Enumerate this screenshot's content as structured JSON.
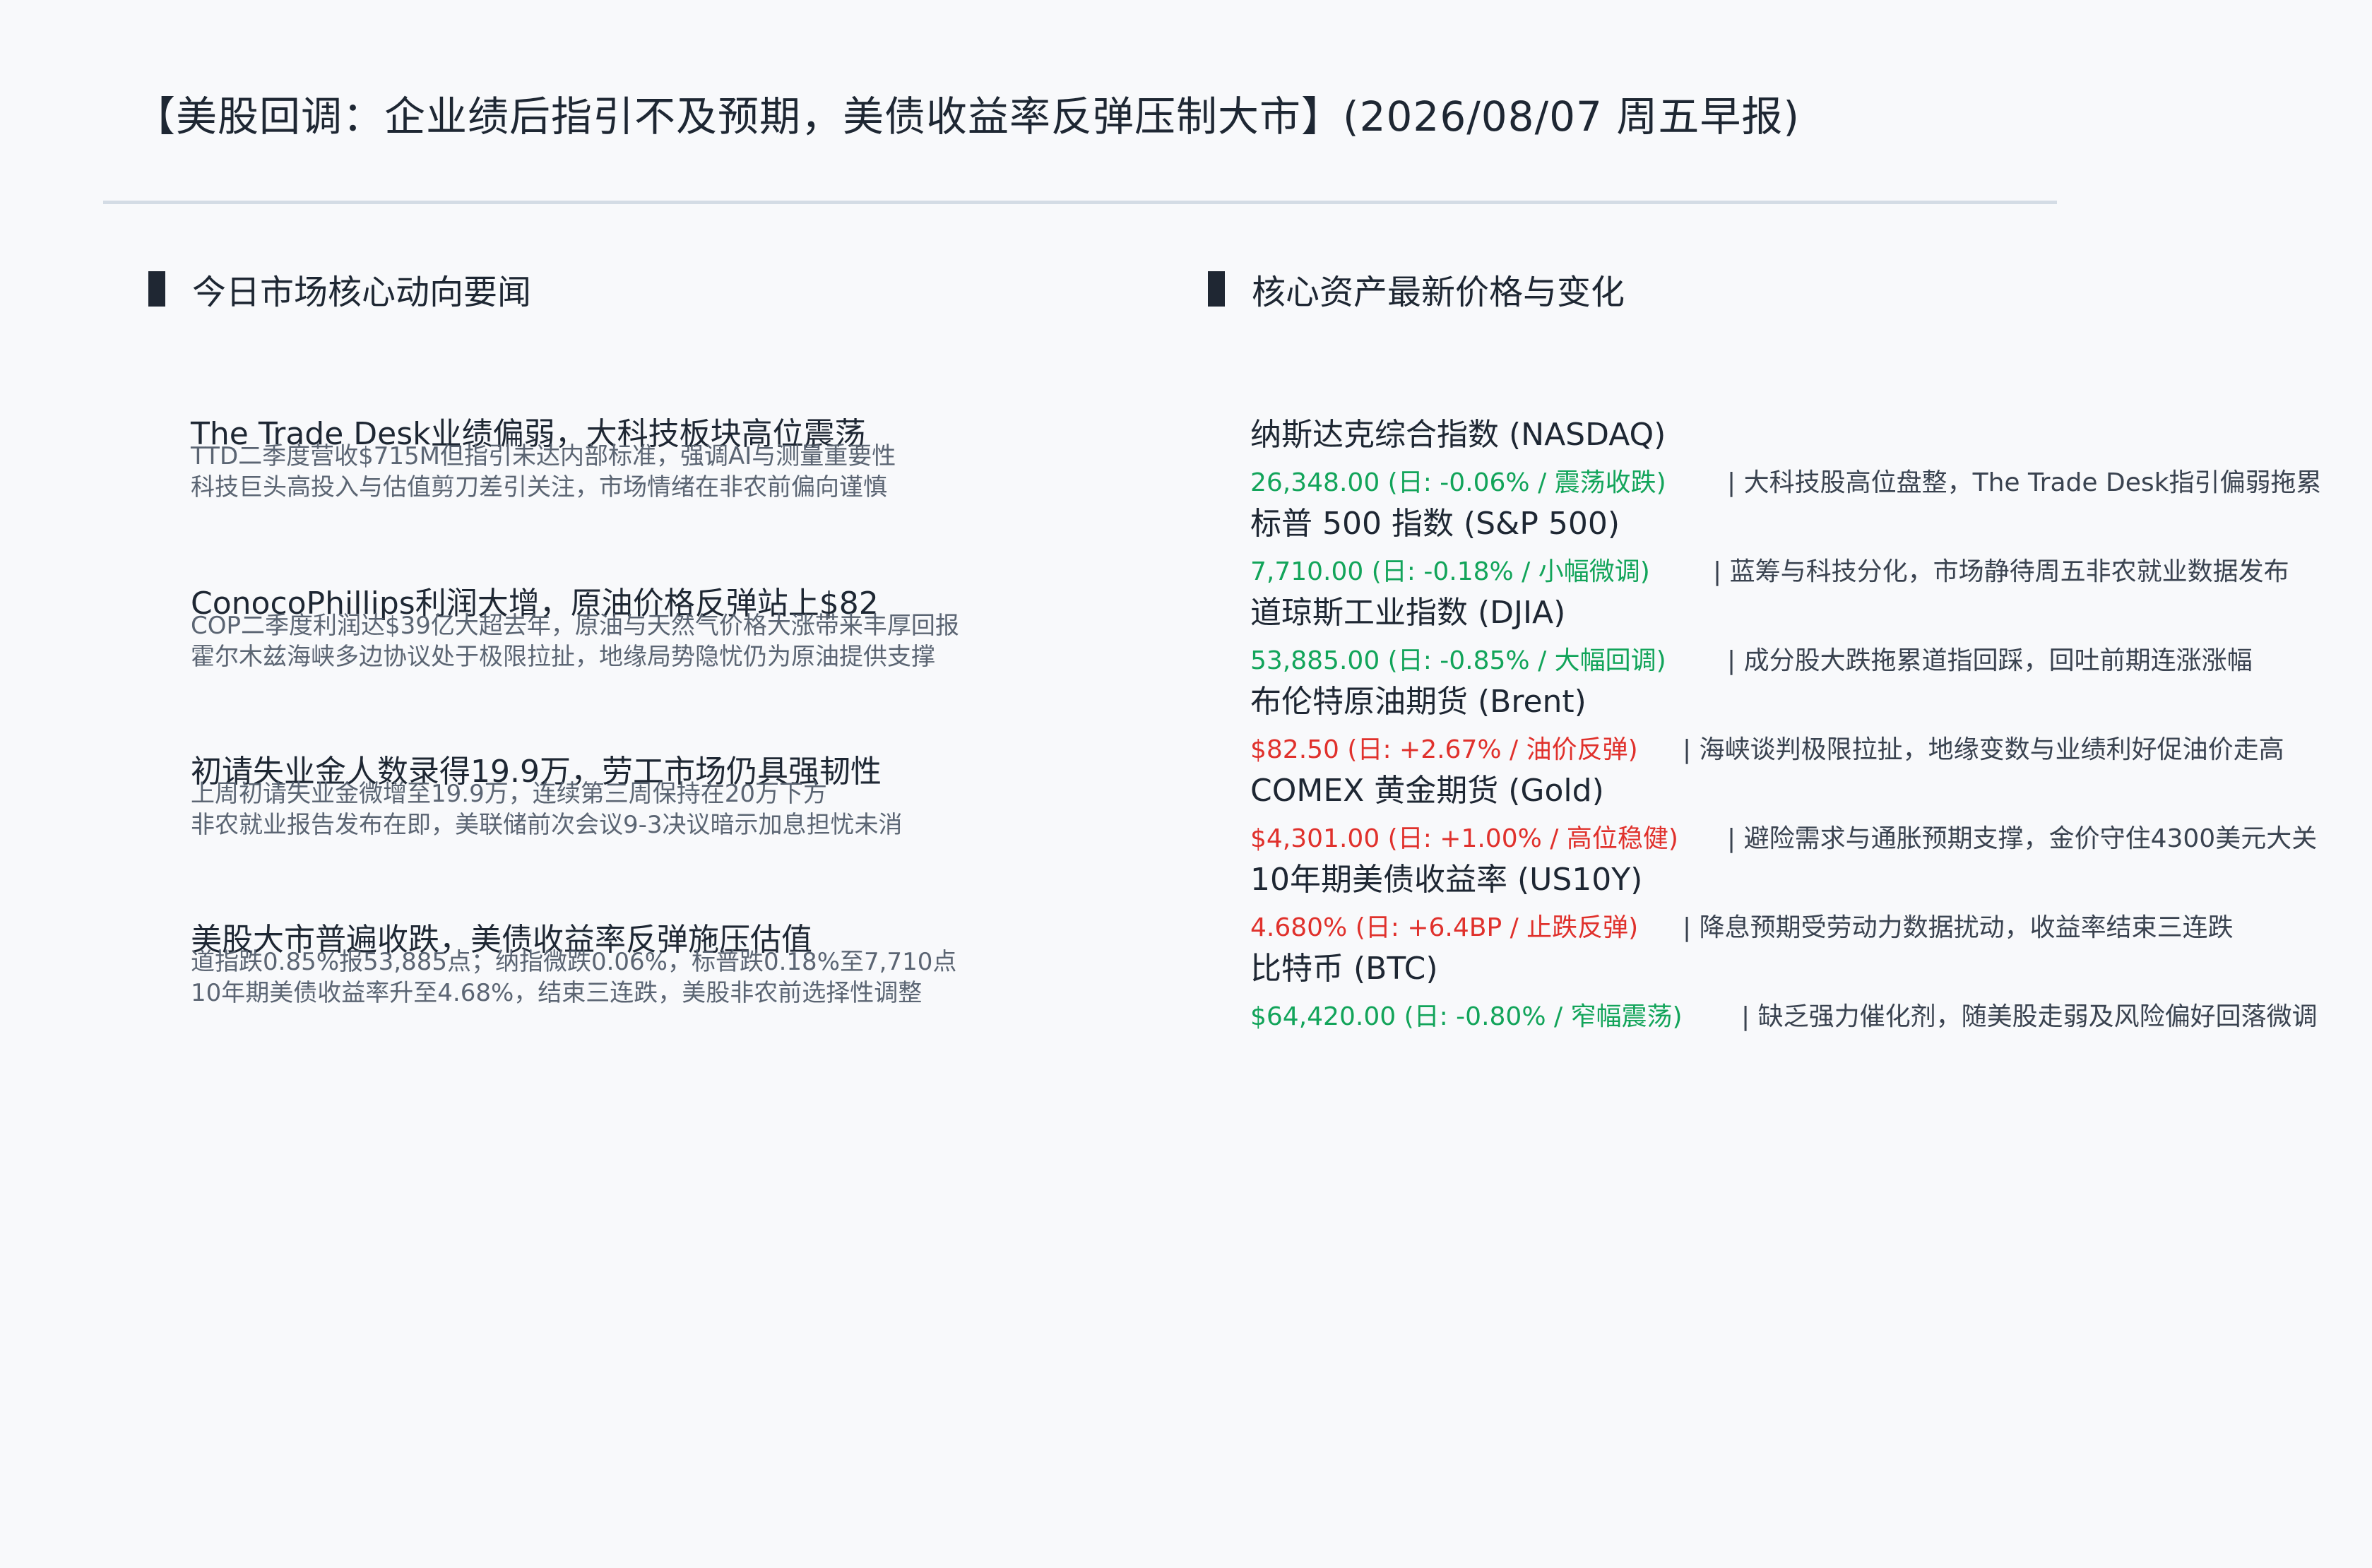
{
  "page": {
    "title": "【美股回调：企业绩后指引不及预期，美债收益率反弹压制大市】(2026/08/07 周五早报)"
  },
  "sections": {
    "news_header": "今日市场核心动向要闻",
    "assets_header": "核心资产最新价格与变化"
  },
  "news": [
    {
      "title": "The Trade Desk业绩偏弱，大科技板块高位震荡",
      "lines": [
        "TTD二季度营收$715M但指引未达内部标准，强调AI与测量重要性",
        "科技巨头高投入与估值剪刀差引关注，市场情绪在非农前偏向谨慎"
      ]
    },
    {
      "title": "ConocoPhillips利润大增，原油价格反弹站上$82",
      "lines": [
        "COP二季度利润达$39亿大超去年，原油与天然气价格大涨带来丰厚回报",
        "霍尔木兹海峡多边协议处于极限拉扯，地缘局势隐忧仍为原油提供支撑"
      ]
    },
    {
      "title": "初请失业金人数录得19.9万，劳工市场仍具强韧性",
      "lines": [
        "上周初请失业金微增至19.9万，连续第三周保持在20万下方",
        "非农就业报告发布在即，美联储前次会议9-3决议暗示加息担忧未消"
      ]
    },
    {
      "title": "美股大市普遍收跌，美债收益率反弹施压估值",
      "lines": [
        "道指跌0.85%报53,885点；纳指微跌0.06%，标普跌0.18%至7,710点",
        "10年期美债收益率升至4.68%，结束三连跌，美股非农前选择性调整"
      ]
    }
  ],
  "assets": [
    {
      "name": "纳斯达克综合指数 (NASDAQ)",
      "price": "26,348.00 (日: -0.06% / 震荡收跌)",
      "direction": "down",
      "note": "|  大科技股高位盘整，The Trade Desk指引偏弱拖累"
    },
    {
      "name": "标普 500 指数 (S&P 500)",
      "price": "7,710.00 (日: -0.18% / 小幅微调)",
      "direction": "down",
      "note": "|  蓝筹与科技分化，市场静待周五非农就业数据发布"
    },
    {
      "name": "道琼斯工业指数 (DJIA)",
      "price": "53,885.00 (日: -0.85% / 大幅回调)",
      "direction": "down",
      "note": "|  成分股大跌拖累道指回踩，回吐前期连涨涨幅"
    },
    {
      "name": "布伦特原油期货 (Brent)",
      "price": "$82.50 (日: +2.67% / 油价反弹)",
      "direction": "up",
      "note": "|  海峡谈判极限拉扯，地缘变数与业绩利好促油价走高"
    },
    {
      "name": "COMEX 黄金期货 (Gold)",
      "price": "$4,301.00 (日: +1.00% / 高位稳健)",
      "direction": "up",
      "note": "|  避险需求与通胀预期支撑，金价守住4300美元大关"
    },
    {
      "name": "10年期美债收益率 (US10Y)",
      "price": "4.680% (日: +6.4BP / 止跌反弹)",
      "direction": "up",
      "note": "|  降息预期受劳动力数据扰动，收益率结束三连跌"
    },
    {
      "name": "比特币 (BTC)",
      "price": "$64,420.00 (日: -0.80% / 窄幅震荡)",
      "direction": "down",
      "note": "|  缺乏强力催化剂，随美股走弱及风险偏好回落微调"
    }
  ],
  "colors": {
    "up": "#e0312c",
    "down": "#12a45a",
    "accent_bar": "#1f2733",
    "rule": "#d4dce5"
  }
}
